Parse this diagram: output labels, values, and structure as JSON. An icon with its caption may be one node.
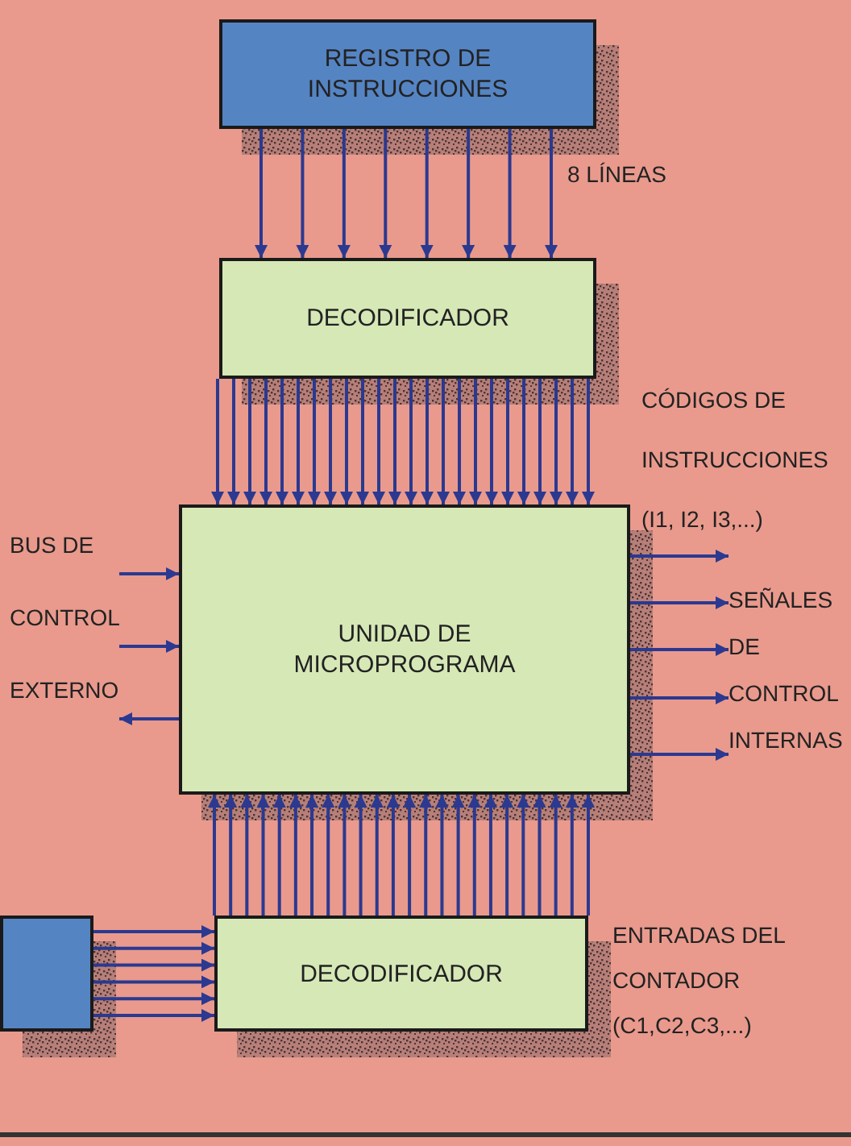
{
  "diagram": {
    "nodes": [
      {
        "text": [
          "REGISTRO DE INSTRUCCIONES"
        ]
      },
      {
        "text": [
          "DECODIFICADOR"
        ]
      },
      {
        "text": [
          "UNIDAD DE MICROPROGRAMA"
        ]
      },
      {
        "text": [
          "DECODIFICADOR"
        ]
      },
      {
        "text": [],
        "shape": "box"
      },
      {
        "text": [
          "BUS DE CONTROL EXTERNO"
        ]
      },
      {
        "text": [
          "SEÑALES DE CONTROL INTERNAS"
        ]
      }
    ],
    "edges": [
      {
        "from": 0,
        "to": 1,
        "arrow": "to"
      },
      {
        "from": 0,
        "to": 1,
        "arrow": "to"
      },
      {
        "from": 0,
        "to": 1,
        "arrow": "to"
      },
      {
        "from": 0,
        "to": 1,
        "arrow": "to"
      },
      {
        "from": 0,
        "to": 1,
        "arrow": "to"
      },
      {
        "from": 0,
        "to": 1,
        "arrow": "to"
      },
      {
        "from": 0,
        "to": 1,
        "arrow": "to"
      },
      {
        "from": 0,
        "to": 1,
        "arrow": "to"
      },
      {
        "from": 1,
        "to": 2,
        "arrow": "to"
      },
      {
        "from": 1,
        "to": 2,
        "arrow": "to"
      },
      {
        "from": 1,
        "to": 2,
        "arrow": "to"
      },
      {
        "from": 1,
        "to": 2,
        "arrow": "to"
      },
      {
        "from": 1,
        "to": 2,
        "arrow": "to"
      },
      {
        "from": 1,
        "to": 2,
        "arrow": "to"
      },
      {
        "from": 1,
        "to": 2,
        "arrow": "to"
      },
      {
        "from": 1,
        "to": 2,
        "arrow": "to"
      },
      {
        "from": 1,
        "to": 2,
        "arrow": "to"
      },
      {
        "from": 1,
        "to": 2,
        "arrow": "to"
      },
      {
        "from": 1,
        "to": 2,
        "arrow": "to"
      },
      {
        "from": 1,
        "to": 2,
        "arrow": "to"
      },
      {
        "from": 1,
        "to": 2,
        "arrow": "to"
      },
      {
        "from": 1,
        "to": 2,
        "arrow": "to"
      },
      {
        "from": 1,
        "to": 2,
        "arrow": "to"
      },
      {
        "from": 1,
        "to": 2,
        "arrow": "to"
      },
      {
        "from": 1,
        "to": 2,
        "arrow": "to"
      },
      {
        "from": 1,
        "to": 2,
        "arrow": "to"
      },
      {
        "from": 1,
        "to": 2,
        "arrow": "to"
      },
      {
        "from": 1,
        "to": 2,
        "arrow": "to"
      },
      {
        "from": 1,
        "to": 2,
        "arrow": "to"
      },
      {
        "from": 1,
        "to": 2,
        "arrow": "to"
      },
      {
        "from": 1,
        "to": 2,
        "arrow": "to"
      },
      {
        "from": 1,
        "to": 2,
        "arrow": "to"
      },
      {
        "from": 3,
        "to": 2,
        "arrow": "to"
      },
      {
        "from": 3,
        "to": 2,
        "arrow": "to"
      },
      {
        "from": 3,
        "to": 2,
        "arrow": "to"
      },
      {
        "from": 3,
        "to": 2,
        "arrow": "to"
      },
      {
        "from": 3,
        "to": 2,
        "arrow": "to"
      },
      {
        "from": 3,
        "to": 2,
        "arrow": "to"
      },
      {
        "from": 3,
        "to": 2,
        "arrow": "to"
      },
      {
        "from": 3,
        "to": 2,
        "arrow": "to"
      },
      {
        "from": 3,
        "to": 2,
        "arrow": "to"
      },
      {
        "from": 3,
        "to": 2,
        "arrow": "to"
      },
      {
        "from": 3,
        "to": 2,
        "arrow": "to"
      },
      {
        "from": 3,
        "to": 2,
        "arrow": "to"
      },
      {
        "from": 3,
        "to": 2,
        "arrow": "to"
      },
      {
        "from": 3,
        "to": 2,
        "arrow": "to"
      },
      {
        "from": 3,
        "to": 2,
        "arrow": "to"
      },
      {
        "from": 3,
        "to": 2,
        "arrow": "to"
      },
      {
        "from": 3,
        "to": 2,
        "arrow": "to"
      },
      {
        "from": 3,
        "to": 2,
        "arrow": "to"
      },
      {
        "from": 3,
        "to": 2,
        "arrow": "to"
      },
      {
        "from": 3,
        "to": 2,
        "arrow": "to"
      },
      {
        "from": 3,
        "to": 2,
        "arrow": "to"
      },
      {
        "from": 3,
        "to": 2,
        "arrow": "to"
      },
      {
        "from": 3,
        "to": 2,
        "arrow": "to"
      },
      {
        "from": 3,
        "to": 2,
        "arrow": "to"
      },
      {
        "from": 4,
        "to": 3,
        "arrow": "to"
      },
      {
        "from": 4,
        "to": 3,
        "arrow": "to"
      },
      {
        "from": 4,
        "to": 3,
        "arrow": "to"
      },
      {
        "from": 4,
        "to": 3,
        "arrow": "to"
      },
      {
        "from": 4,
        "to": 3,
        "arrow": "to"
      },
      {
        "from": 4,
        "to": 3,
        "arrow": "to"
      },
      {
        "from": 5,
        "to": 2,
        "arrow": "to"
      },
      {
        "from": 5,
        "to": 2,
        "arrow": "to"
      },
      {
        "from": 2,
        "to": 5,
        "arrow": "to"
      },
      {
        "from": 2,
        "to": 6,
        "arrow": "to"
      },
      {
        "from": 2,
        "to": 6,
        "arrow": "to"
      },
      {
        "from": 2,
        "to": 6,
        "arrow": "to"
      },
      {
        "from": 2,
        "to": 6,
        "arrow": "to"
      },
      {
        "from": 2,
        "to": 6,
        "arrow": "to"
      }
    ],
    "labels": [
      "8 LÍNEAS",
      "CÓDIGOS DE INSTRUCCIONES (I1, I2, I3,...)",
      "ENTRADAS DEL CONTADOR (C1,C2,C3,...)"
    ]
  }
}
